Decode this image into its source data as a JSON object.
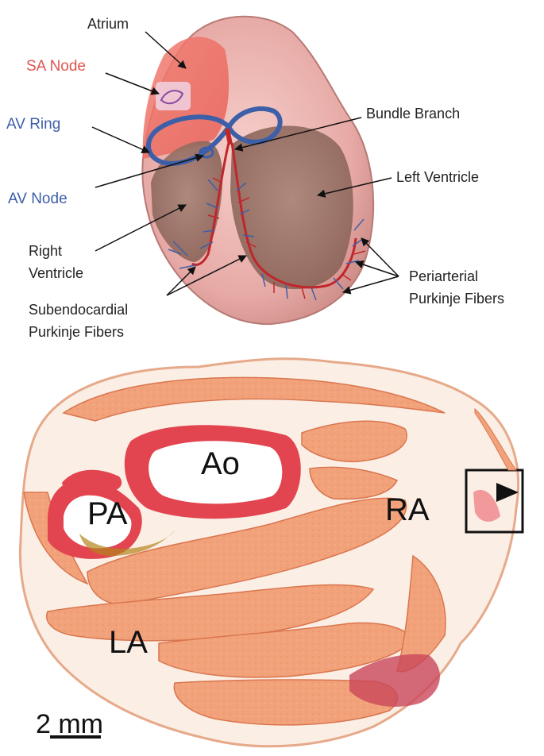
{
  "diagram": {
    "labels": {
      "atrium": "Atrium",
      "sa_node": "SA Node",
      "av_ring": "AV Ring",
      "av_node": "AV Node",
      "bundle_branch": "Bundle Branch",
      "left_ventricle": "Left Ventricle",
      "right_ventricle_line1": "Right",
      "right_ventricle_line2": "Ventricle",
      "subendocardial_line1": "Subendocardial",
      "subendocardial_line2": "Purkinje Fibers",
      "periarterial_line1": "Periarterial",
      "periarterial_line2": "Purkinje Fibers"
    },
    "colors": {
      "sa_node": "#e0554f",
      "av_ring": "#3d5fa8",
      "fibers": "#c0262b"
    }
  },
  "histology": {
    "labels": {
      "ao": "Ao",
      "pa": "PA",
      "ra": "RA",
      "la": "LA"
    },
    "scale_bar": "2 mm",
    "colors": {
      "tissue": "#f2a27a",
      "vessel_wall": "#e2454f"
    }
  }
}
